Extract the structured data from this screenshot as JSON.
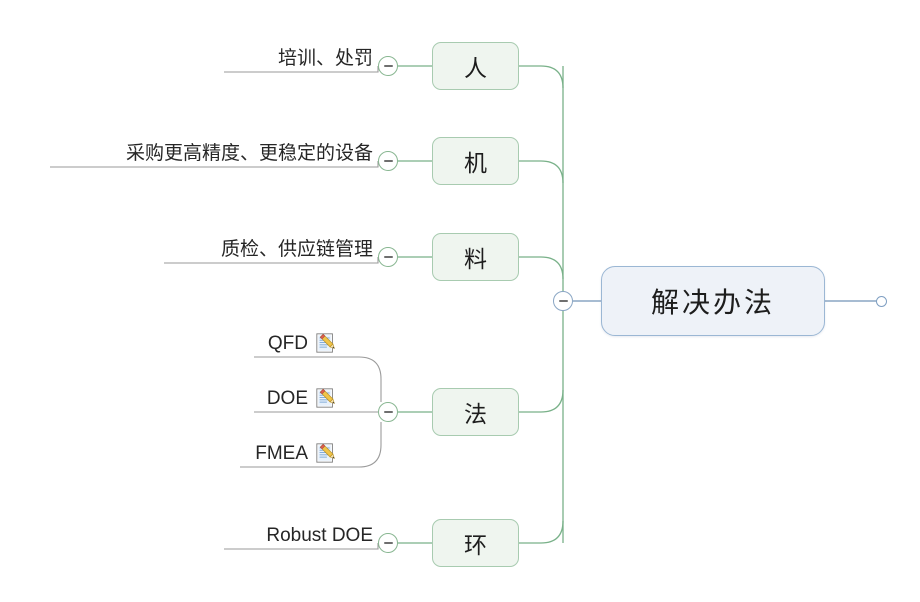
{
  "diagram": {
    "type": "mind-map",
    "title_node": {
      "label": "解决办法"
    },
    "colors": {
      "root_border": "#9bb7d4",
      "root_fill": "#eef2f8",
      "branch_border": "#a8cbb0",
      "branch_fill": "#eff5ef",
      "trunk_line": "#79b189",
      "root_line": "#8aa6c4",
      "leaf_line": "#9a9a9a"
    },
    "root_toggle": {
      "name": "collapse-toggle-root",
      "state": "expanded",
      "glyph": "−"
    },
    "end_marker": {
      "name": "root-end-dot"
    },
    "branches": [
      {
        "id": "ren",
        "label": "人",
        "toggle": {
          "state": "expanded",
          "glyph": "−"
        },
        "leaves": [
          {
            "text": "培训、处罚",
            "icon": ""
          }
        ]
      },
      {
        "id": "ji",
        "label": "机",
        "toggle": {
          "state": "expanded",
          "glyph": "−"
        },
        "leaves": [
          {
            "text": "采购更高精度、更稳定的设备",
            "icon": ""
          }
        ]
      },
      {
        "id": "liao",
        "label": "料",
        "toggle": {
          "state": "expanded",
          "glyph": "−"
        },
        "leaves": [
          {
            "text": "质检、供应链管理",
            "icon": ""
          }
        ]
      },
      {
        "id": "fa",
        "label": "法",
        "toggle": {
          "state": "expanded",
          "glyph": "−"
        },
        "leaves": [
          {
            "text": "QFD",
            "icon": "memo-note-icon"
          },
          {
            "text": "DOE",
            "icon": "memo-note-icon"
          },
          {
            "text": "FMEA",
            "icon": "memo-note-icon"
          }
        ]
      },
      {
        "id": "huan",
        "label": "环",
        "toggle": {
          "state": "expanded",
          "glyph": "−"
        },
        "leaves": [
          {
            "text": "Robust DOE",
            "icon": ""
          }
        ]
      }
    ]
  }
}
